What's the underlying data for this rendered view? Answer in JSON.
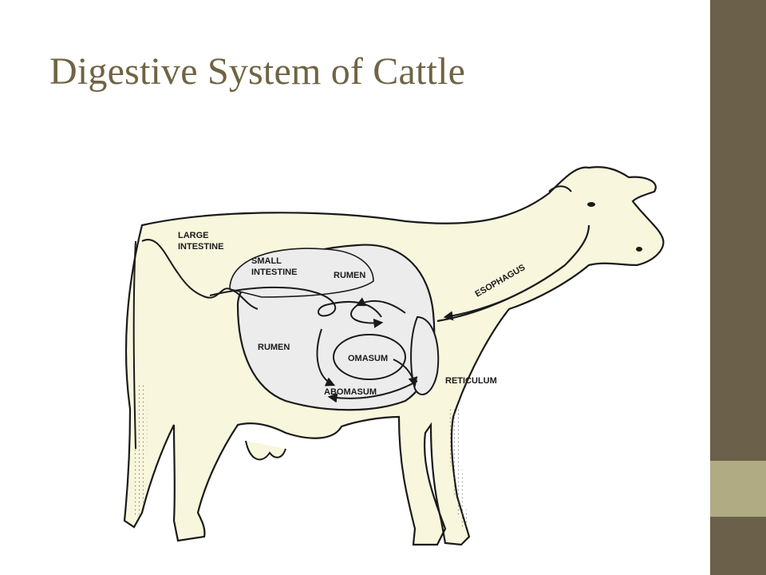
{
  "slide": {
    "title": "Digestive System of Cattle",
    "colors": {
      "accent_bar": "#6b604a",
      "accent_square": "#b0ab82",
      "title": "#6f6443",
      "cow_fill": "#f8f6dc",
      "stomach_fill": "#ececec"
    }
  },
  "diagram": {
    "labels": {
      "large_intestine_1": "LARGE",
      "large_intestine_2": "INTESTINE",
      "small_intestine_1": "SMALL",
      "small_intestine_2": "INTESTINE",
      "rumen_top": "RUMEN",
      "rumen_left": "RUMEN",
      "omasum": "OMASUM",
      "abomasum": "ABOMASUM",
      "reticulum": "RETICULUM",
      "esophagus": "ESOPHAGUS"
    }
  }
}
